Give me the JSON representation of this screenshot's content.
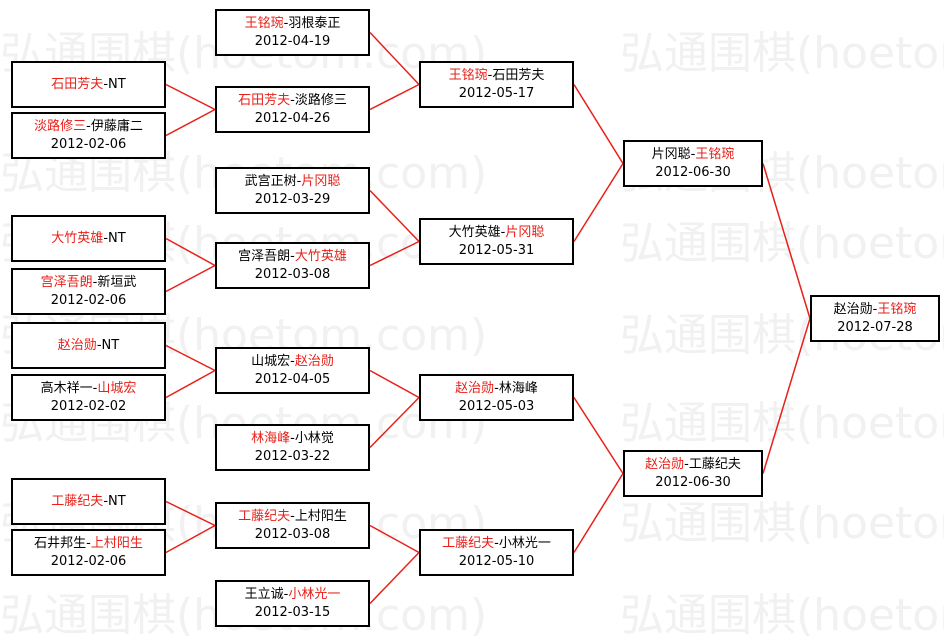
{
  "colors": {
    "winner": "#e8201a",
    "line": "#e8201a",
    "border": "#000000",
    "watermark": "#f1f1f1"
  },
  "watermark": "弘通围棋(hoetom.com)",
  "matches": [
    {
      "id": "r1-a",
      "p1": "石田芳夫",
      "sep": "-",
      "p2": "NT",
      "winner": 1,
      "date": ""
    },
    {
      "id": "r1-b",
      "p1": "淡路修三",
      "sep": "-",
      "p2": "伊藤庸二",
      "winner": 1,
      "date": "2012-02-06"
    },
    {
      "id": "r1-c",
      "p1": "大竹英雄",
      "sep": "-",
      "p2": "NT",
      "winner": 1,
      "date": ""
    },
    {
      "id": "r1-d",
      "p1": "宫泽吾朗",
      "sep": "-",
      "p2": "新垣武",
      "winner": 1,
      "date": "2012-02-06"
    },
    {
      "id": "r1-e",
      "p1": "赵治勋",
      "sep": "-",
      "p2": "NT",
      "winner": 1,
      "date": ""
    },
    {
      "id": "r1-f",
      "p1": "高木祥一",
      "sep": "-",
      "p2": "山城宏",
      "winner": 2,
      "date": "2012-02-02"
    },
    {
      "id": "r1-g",
      "p1": "工藤纪夫",
      "sep": "-",
      "p2": "NT",
      "winner": 1,
      "date": ""
    },
    {
      "id": "r1-h",
      "p1": "石井邦生",
      "sep": "-",
      "p2": "上村阳生",
      "winner": 2,
      "date": "2012-02-06"
    },
    {
      "id": "r2-a",
      "p1": "王铭琬",
      "sep": "-",
      "p2": "羽根泰正",
      "winner": 1,
      "date": "2012-04-19"
    },
    {
      "id": "r2-b",
      "p1": "石田芳夫",
      "sep": "-",
      "p2": "淡路修三",
      "winner": 1,
      "date": "2012-04-26"
    },
    {
      "id": "r2-c",
      "p1": "武宫正树",
      "sep": "-",
      "p2": "片冈聪",
      "winner": 2,
      "date": "2012-03-29"
    },
    {
      "id": "r2-d",
      "p1": "宫泽吾朗",
      "sep": "-",
      "p2": "大竹英雄",
      "winner": 2,
      "date": "2012-03-08"
    },
    {
      "id": "r2-e",
      "p1": "山城宏",
      "sep": "-",
      "p2": "赵治勋",
      "winner": 2,
      "date": "2012-04-05"
    },
    {
      "id": "r2-f",
      "p1": "林海峰",
      "sep": "-",
      "p2": "小林觉",
      "winner": 1,
      "date": "2012-03-22"
    },
    {
      "id": "r2-g",
      "p1": "工藤纪夫",
      "sep": "-",
      "p2": "上村阳生",
      "winner": 1,
      "date": "2012-03-08"
    },
    {
      "id": "r2-h",
      "p1": "王立诚",
      "sep": "-",
      "p2": "小林光一",
      "winner": 2,
      "date": "2012-03-15"
    },
    {
      "id": "r3-a",
      "p1": "王铭琬",
      "sep": "-",
      "p2": "石田芳夫",
      "winner": 1,
      "date": "2012-05-17"
    },
    {
      "id": "r3-b",
      "p1": "大竹英雄",
      "sep": "-",
      "p2": "片冈聪",
      "winner": 2,
      "date": "2012-05-31"
    },
    {
      "id": "r3-c",
      "p1": "赵治勋",
      "sep": "-",
      "p2": "林海峰",
      "winner": 1,
      "date": "2012-05-03"
    },
    {
      "id": "r3-d",
      "p1": "工藤纪夫",
      "sep": "-",
      "p2": "小林光一",
      "winner": 1,
      "date": "2012-05-10"
    },
    {
      "id": "r4-a",
      "p1": "片冈聪",
      "sep": "-",
      "p2": "王铭琬",
      "winner": 2,
      "date": "2012-06-30"
    },
    {
      "id": "r4-b",
      "p1": "赵治勋",
      "sep": "-",
      "p2": "工藤纪夫",
      "winner": 1,
      "date": "2012-06-30"
    },
    {
      "id": "final",
      "p1": "赵治勋",
      "sep": "-",
      "p2": "王铭琬",
      "winner": 2,
      "date": "2012-07-28"
    }
  ]
}
